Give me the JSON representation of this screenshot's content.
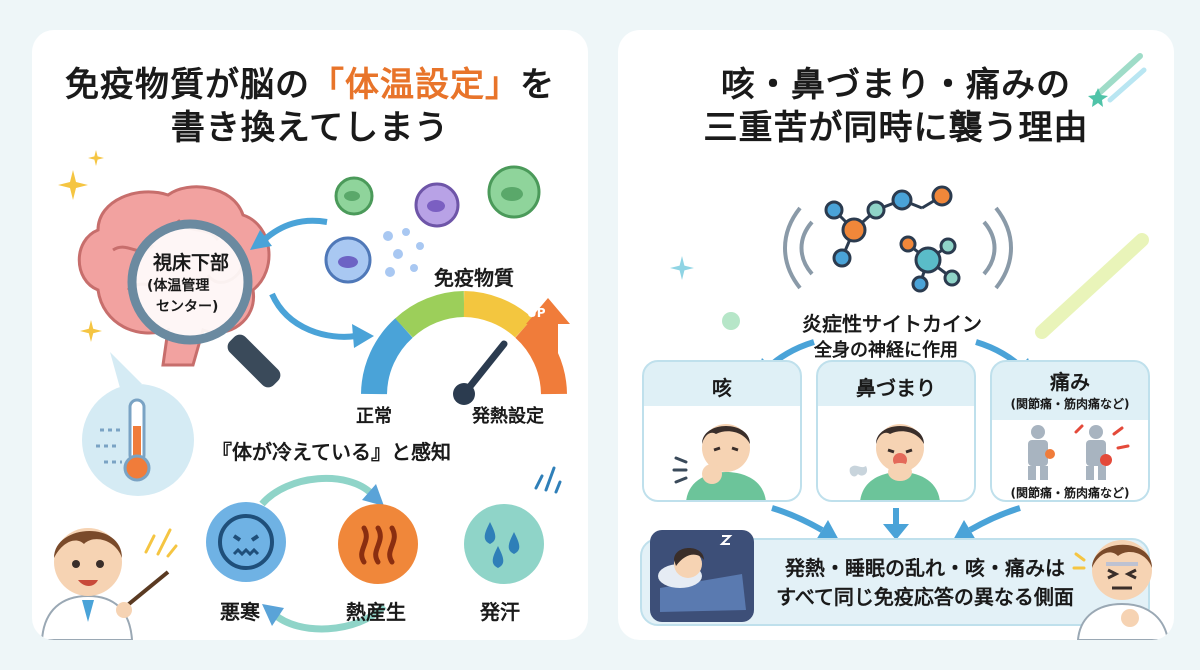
{
  "left": {
    "title_prefix": "免疫物質が脳の",
    "title_accent": "「体温設定」",
    "title_suffix": "を",
    "title_line2": "書き換えてしまう",
    "hypothalamus_label": "視床下部",
    "hypothalamus_sub_line1": "(体温管理",
    "hypothalamus_sub_line2": "センター)",
    "immune_label": "免疫物質",
    "gauge_normal": "正常",
    "gauge_fever": "発熱設定",
    "gauge_up": "UP",
    "sensing_text": "『体が冷えている』と感知",
    "cycle": [
      "悪寒",
      "熱産生",
      "発汗"
    ]
  },
  "right": {
    "title_line1": "咳・鼻づまり・痛みの",
    "title_line2": "三重苦が同時に襲う理由",
    "cytokine_line1": "炎症性サイトカイン",
    "cytokine_line2": "全身の神経に作用",
    "cards": [
      {
        "label": "咳"
      },
      {
        "label": "鼻づまり"
      },
      {
        "label": "痛み",
        "note": "(関節痛・筋肉痛など)"
      }
    ],
    "pain_note_bottom": "(関節痛・筋肉痛など)",
    "summary_line1": "発熱・睡眠の乱れ・咳・痛みは",
    "summary_line2": "すべて同じ免疫応答の異なる側面"
  },
  "colors": {
    "accent": "#e8742a",
    "arrow_blue": "#4aa3d8",
    "card_bg": "#dff0f6",
    "skin": "#f6d3b3",
    "shirt": "#6cc49a",
    "hair": "#3a2e2a"
  }
}
